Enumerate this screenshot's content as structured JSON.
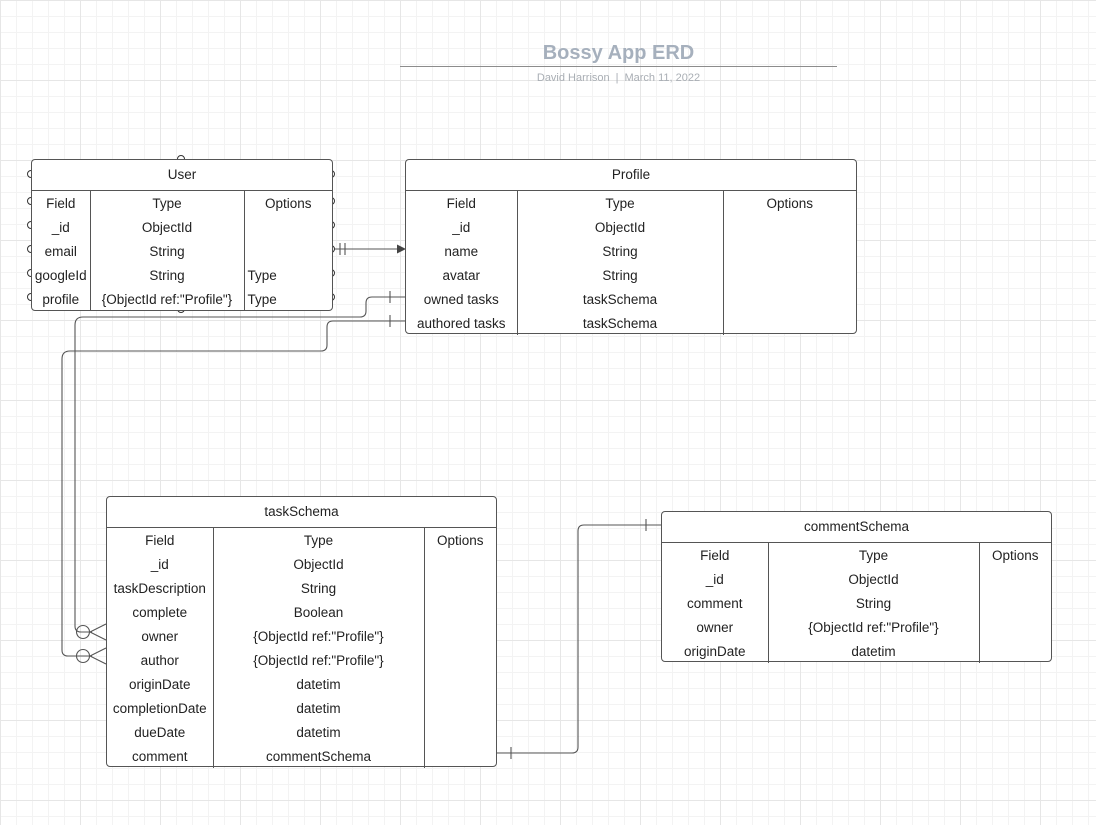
{
  "header": {
    "title": "Bossy App ERD",
    "author": "David Harrison",
    "separator": "|",
    "date": "March 11, 2022"
  },
  "colors": {
    "line": "#555555",
    "title": "#a6b0bd",
    "grid": "#e6e6e6"
  },
  "entities": {
    "user": {
      "name": "User",
      "columns": [
        "Field",
        "Type",
        "Options"
      ],
      "rows": [
        [
          "_id",
          "ObjectId",
          ""
        ],
        [
          "email",
          "String",
          ""
        ],
        [
          "googleId",
          "String",
          "Type"
        ],
        [
          "profile",
          "{ObjectId ref:\"Profile\"}",
          "Type"
        ]
      ]
    },
    "profile": {
      "name": "Profile",
      "columns": [
        "Field",
        "Type",
        "Options"
      ],
      "rows": [
        [
          "_id",
          "ObjectId",
          ""
        ],
        [
          "name",
          "String",
          ""
        ],
        [
          "avatar",
          "String",
          ""
        ],
        [
          "owned tasks",
          "taskSchema",
          ""
        ],
        [
          "authored tasks",
          "taskSchema",
          ""
        ]
      ]
    },
    "task": {
      "name": "taskSchema",
      "columns": [
        "Field",
        "Type",
        "Options"
      ],
      "rows": [
        [
          "_id",
          "ObjectId",
          ""
        ],
        [
          "taskDescription",
          "String",
          ""
        ],
        [
          "complete",
          "Boolean",
          ""
        ],
        [
          "owner",
          "{ObjectId ref:\"Profile\"}",
          ""
        ],
        [
          "author",
          "{ObjectId ref:\"Profile\"}",
          ""
        ],
        [
          "originDate",
          "datetim",
          ""
        ],
        [
          "completionDate",
          "datetim",
          ""
        ],
        [
          "dueDate",
          "datetim",
          ""
        ],
        [
          "comment",
          "commentSchema",
          ""
        ]
      ]
    },
    "comment": {
      "name": "commentSchema",
      "columns": [
        "Field",
        "Type",
        "Options"
      ],
      "rows": [
        [
          "_id",
          "ObjectId",
          ""
        ],
        [
          "comment",
          "String",
          ""
        ],
        [
          "owner",
          "{ObjectId ref:\"Profile\"}",
          ""
        ],
        [
          "originDate",
          "datetim",
          ""
        ]
      ]
    }
  }
}
